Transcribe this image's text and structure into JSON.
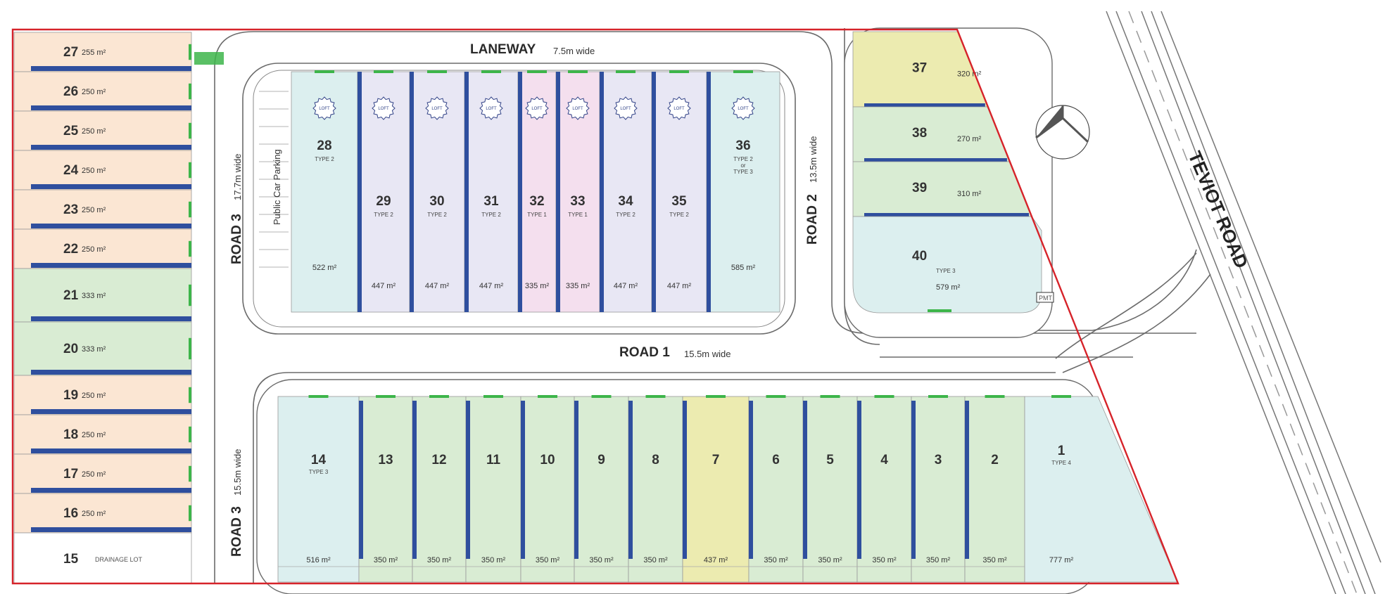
{
  "colors": {
    "boundary": "#d6232a",
    "garage_wall": "#2f4f9e",
    "driveway_marker": "#3db54a",
    "type2_lot": "#e8e7f4",
    "type1_lot": "#f4dfee",
    "end_lot": "#dcefef",
    "south_lot": "#d9ecd3",
    "highlight_lot": "#ecebb0",
    "west_lot": "#fbe6d3",
    "road_edge": "#6b6b6b"
  },
  "roads": {
    "laneway": {
      "name": "LANEWAY",
      "width": "7.5m wide"
    },
    "road1": {
      "name": "ROAD 1",
      "width": "15.5m wide"
    },
    "road2": {
      "name": "ROAD 2",
      "width": "13.5m wide"
    },
    "road3_north": {
      "name": "ROAD 3",
      "width": "17.7m wide"
    },
    "road3_south": {
      "name": "ROAD 3",
      "width": "15.5m wide"
    },
    "teviot": {
      "name": "TEVIOT ROAD"
    }
  },
  "parking_label": "Public Car Parking",
  "pmt_label": "PMT",
  "loft_label": "LOFT",
  "west_lots": [
    {
      "num": "27",
      "area": "255 m²",
      "color": "west"
    },
    {
      "num": "26",
      "area": "250 m²",
      "color": "west"
    },
    {
      "num": "25",
      "area": "250 m²",
      "color": "west"
    },
    {
      "num": "24",
      "area": "250 m²",
      "color": "west"
    },
    {
      "num": "23",
      "area": "250 m²",
      "color": "west"
    },
    {
      "num": "22",
      "area": "250 m²",
      "color": "west"
    },
    {
      "num": "21",
      "area": "333 m²",
      "color": "green"
    },
    {
      "num": "20",
      "area": "333 m²",
      "color": "green"
    },
    {
      "num": "19",
      "area": "250 m²",
      "color": "west"
    },
    {
      "num": "18",
      "area": "250 m²",
      "color": "west"
    },
    {
      "num": "17",
      "area": "250 m²",
      "color": "west"
    },
    {
      "num": "16",
      "area": "250 m²",
      "color": "west"
    }
  ],
  "drainage_lot": {
    "num": "15",
    "label": "DRAINAGE LOT"
  },
  "central_lots": [
    {
      "num": "28",
      "type": "TYPE 2",
      "type2": "",
      "area": "522 m²",
      "loft": true,
      "color": "end"
    },
    {
      "num": "29",
      "type": "TYPE 2",
      "type2": "",
      "area": "447 m²",
      "loft": true,
      "color": "type2"
    },
    {
      "num": "30",
      "type": "TYPE 2",
      "type2": "",
      "area": "447 m²",
      "loft": true,
      "color": "type2"
    },
    {
      "num": "31",
      "type": "TYPE 2",
      "type2": "",
      "area": "447 m²",
      "loft": true,
      "color": "type2"
    },
    {
      "num": "32",
      "type": "TYPE 1",
      "type2": "",
      "area": "335 m²",
      "loft": true,
      "color": "type1"
    },
    {
      "num": "33",
      "type": "TYPE 1",
      "type2": "",
      "area": "335 m²",
      "loft": true,
      "color": "type1"
    },
    {
      "num": "34",
      "type": "TYPE 2",
      "type2": "",
      "area": "447 m²",
      "loft": true,
      "color": "type2"
    },
    {
      "num": "35",
      "type": "TYPE 2",
      "type2": "",
      "area": "447 m²",
      "loft": true,
      "color": "type2"
    },
    {
      "num": "36",
      "type": "TYPE 2",
      "type2": "TYPE 3",
      "area": "585 m²",
      "loft": true,
      "color": "end"
    }
  ],
  "central_or": "or",
  "east_lots": [
    {
      "num": "37",
      "type": "",
      "area": "320 m²",
      "color": "highlight"
    },
    {
      "num": "38",
      "type": "",
      "area": "270 m²",
      "color": "green"
    },
    {
      "num": "39",
      "type": "",
      "area": "310 m²",
      "color": "green"
    },
    {
      "num": "40",
      "type": "TYPE 3",
      "area": "579 m²",
      "color": "end"
    }
  ],
  "south_lots": [
    {
      "num": "14",
      "type": "TYPE 3",
      "area": "516 m²",
      "color": "end"
    },
    {
      "num": "13",
      "type": "",
      "area": "350 m²",
      "color": "green"
    },
    {
      "num": "12",
      "type": "",
      "area": "350 m²",
      "color": "green"
    },
    {
      "num": "11",
      "type": "",
      "area": "350 m²",
      "color": "green"
    },
    {
      "num": "10",
      "type": "",
      "area": "350 m²",
      "color": "green"
    },
    {
      "num": "9",
      "type": "",
      "area": "350 m²",
      "color": "green"
    },
    {
      "num": "8",
      "type": "",
      "area": "350 m²",
      "color": "green"
    },
    {
      "num": "7",
      "type": "",
      "area": "437 m²",
      "color": "highlight"
    },
    {
      "num": "6",
      "type": "",
      "area": "350 m²",
      "color": "green"
    },
    {
      "num": "5",
      "type": "",
      "area": "350 m²",
      "color": "green"
    },
    {
      "num": "4",
      "type": "",
      "area": "350 m²",
      "color": "green"
    },
    {
      "num": "3",
      "type": "",
      "area": "350 m²",
      "color": "green"
    },
    {
      "num": "2",
      "type": "",
      "area": "350 m²",
      "color": "green"
    },
    {
      "num": "1",
      "type": "TYPE 4",
      "area": "777 m²",
      "color": "end"
    }
  ],
  "north_arrow": "north-arrow-icon"
}
